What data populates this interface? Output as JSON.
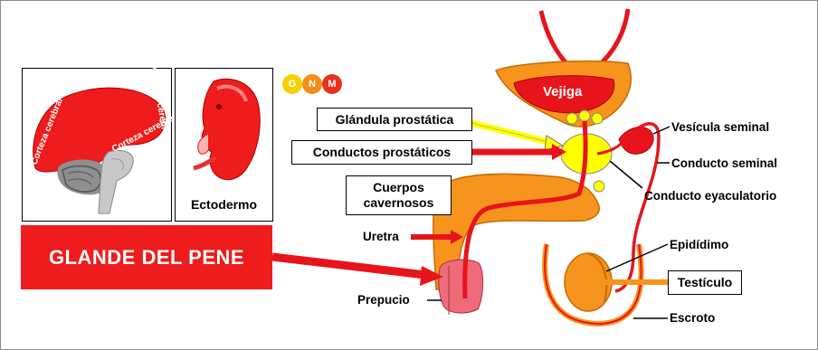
{
  "logo": {
    "letters": [
      "G",
      "N",
      "M"
    ],
    "colors": [
      "#f5d000",
      "#f28c1a",
      "#e8321e"
    ]
  },
  "panels": {
    "brain_label": "Corteza cerebral",
    "ectodermo": "Ectodermo"
  },
  "glande_banner": "GLANDE DEL PENE",
  "labels": {
    "vejiga": "Vejiga",
    "glandula_prostatica": "Glándula prostática",
    "conductos_prostaticos": "Conductos prostáticos",
    "cuerpos_cavernosos": "Cuerpos cavernosos",
    "uretra": "Uretra",
    "prepucio": "Prepucio",
    "vesicula_seminal": "Vesícula seminal",
    "conducto_seminal": "Conducto seminal",
    "conducto_eyaculatorio": "Conducto eyaculatorio",
    "epididimo": "Epidídimo",
    "testiculo": "Testículo",
    "escroto": "Escroto"
  },
  "colors": {
    "red": "#e8141b",
    "orange": "#f7941d",
    "yellow": "#ffff00",
    "pink": "#ef6a7a"
  }
}
